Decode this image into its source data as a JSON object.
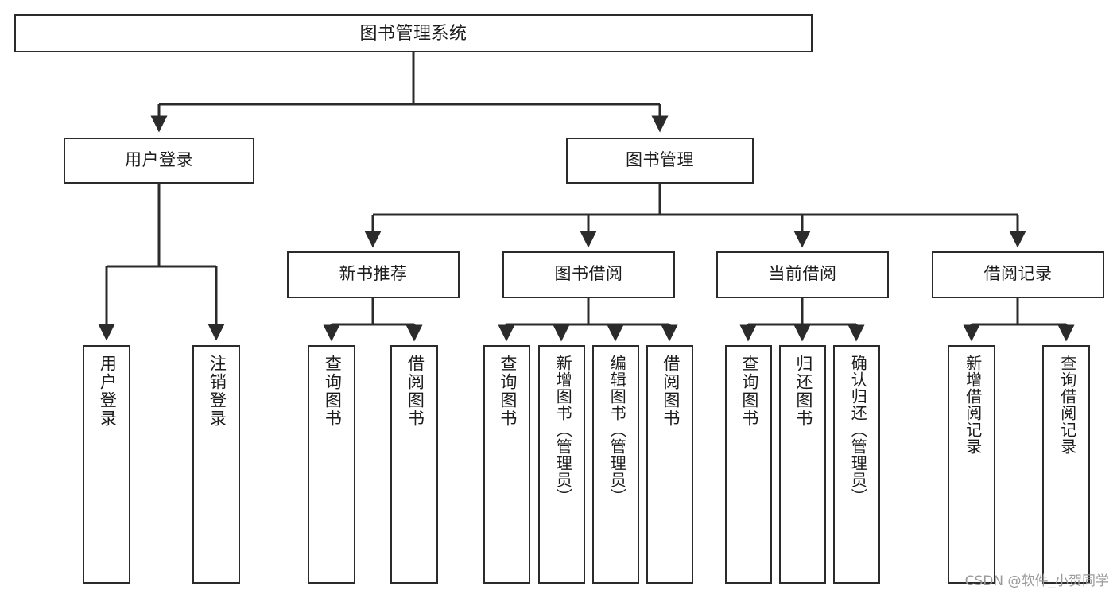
{
  "diagram": {
    "title": "图书管理系统",
    "type": "tree",
    "watermark": "CSDN @软件_小贺同学",
    "colors": {
      "stroke": "#2b2b2b",
      "fill": "#ffffff",
      "text": "#1c1c1c",
      "watermark": "#9a9a9a"
    },
    "nodes": {
      "root": {
        "label": "图书管理系统"
      },
      "level1": [
        {
          "id": "user-login",
          "label": "用户登录"
        },
        {
          "id": "book-manage",
          "label": "图书管理"
        }
      ],
      "level2": [
        {
          "id": "new-book-rec",
          "label": "新书推荐"
        },
        {
          "id": "book-borrow",
          "label": "图书借阅"
        },
        {
          "id": "current-borrow",
          "label": "当前借阅"
        },
        {
          "id": "borrow-record",
          "label": "借阅记录"
        }
      ],
      "leaves": {
        "user-login": [
          {
            "id": "leaf-user-login",
            "label": "用户登录"
          },
          {
            "id": "leaf-logout-login",
            "label": "注销登录"
          }
        ],
        "new-book-rec": [
          {
            "id": "leaf-query-book-1",
            "label": "查询图书"
          },
          {
            "id": "leaf-borrow-book-1",
            "label": "借阅图书"
          }
        ],
        "book-borrow": [
          {
            "id": "leaf-query-book-2",
            "label": "查询图书"
          },
          {
            "id": "leaf-add-book",
            "label": "新增图书（管理员）"
          },
          {
            "id": "leaf-edit-book",
            "label": "编辑图书（管理员）"
          },
          {
            "id": "leaf-borrow-book-2",
            "label": "借阅图书"
          }
        ],
        "current-borrow": [
          {
            "id": "leaf-query-book-3",
            "label": "查询图书"
          },
          {
            "id": "leaf-return-book",
            "label": "归还图书"
          },
          {
            "id": "leaf-confirm-return",
            "label": "确认归还（管理员）"
          }
        ],
        "borrow-record": [
          {
            "id": "leaf-add-record",
            "label": "新增借阅记录"
          },
          {
            "id": "leaf-query-record",
            "label": "查询借阅记录"
          }
        ]
      }
    },
    "edges": [
      {
        "from": "root",
        "to": "user-login"
      },
      {
        "from": "root",
        "to": "book-manage"
      },
      {
        "from": "user-login",
        "to": "leaf-user-login"
      },
      {
        "from": "user-login",
        "to": "leaf-logout-login"
      },
      {
        "from": "book-manage",
        "to": "new-book-rec"
      },
      {
        "from": "book-manage",
        "to": "book-borrow"
      },
      {
        "from": "book-manage",
        "to": "current-borrow"
      },
      {
        "from": "book-manage",
        "to": "borrow-record"
      },
      {
        "from": "new-book-rec",
        "to": "leaf-query-book-1"
      },
      {
        "from": "new-book-rec",
        "to": "leaf-borrow-book-1"
      },
      {
        "from": "book-borrow",
        "to": "leaf-query-book-2"
      },
      {
        "from": "book-borrow",
        "to": "leaf-add-book"
      },
      {
        "from": "book-borrow",
        "to": "leaf-edit-book"
      },
      {
        "from": "book-borrow",
        "to": "leaf-borrow-book-2"
      },
      {
        "from": "current-borrow",
        "to": "leaf-query-book-3"
      },
      {
        "from": "current-borrow",
        "to": "leaf-return-book"
      },
      {
        "from": "current-borrow",
        "to": "leaf-confirm-return"
      },
      {
        "from": "borrow-record",
        "to": "leaf-add-record"
      },
      {
        "from": "borrow-record",
        "to": "leaf-query-record"
      }
    ]
  }
}
